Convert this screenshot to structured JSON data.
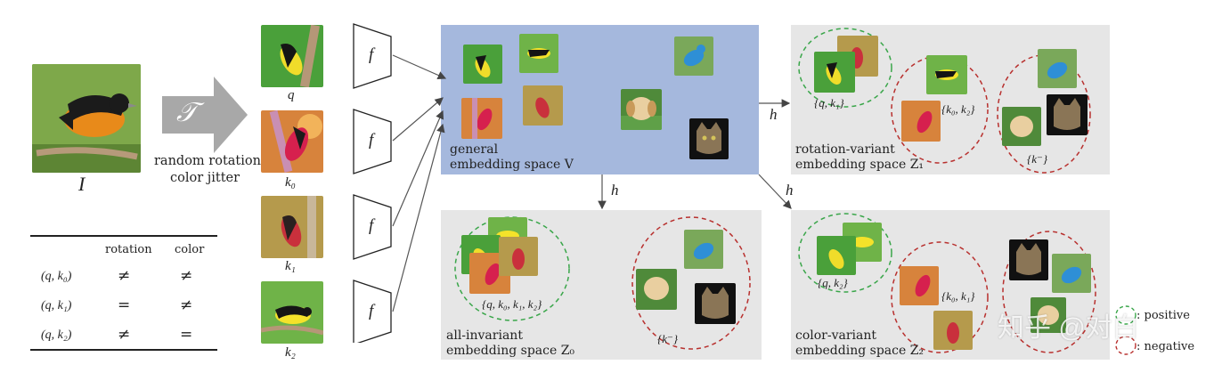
{
  "input": {
    "image_label": "I",
    "transform_symbol": "𝒯",
    "transform_caption_1": "random rotation",
    "transform_caption_2": "color jitter"
  },
  "views": {
    "labels": [
      "q",
      "k₀",
      "k₁",
      "k₂"
    ],
    "encoder_label": "f"
  },
  "table": {
    "headers": [
      "",
      "rotation",
      "color"
    ],
    "rows": [
      [
        "(q, k₀)",
        "≠",
        "≠"
      ],
      [
        "(q, k₁)",
        "=",
        "≠"
      ],
      [
        "(q, k₂)",
        "≠",
        "="
      ]
    ]
  },
  "spaces": {
    "general": {
      "line1": "general",
      "line2": "embedding space V"
    },
    "rotation": {
      "line1": "rotation-variant",
      "line2": "embedding space Z₁"
    },
    "invariant": {
      "line1": "all-invariant",
      "line2": "embedding space Z₀"
    },
    "color": {
      "line1": "color-variant",
      "line2": "embedding space Z₂"
    },
    "projection_label": "h"
  },
  "groups": {
    "rot_pos": "{q, k₁}",
    "rot_k02": "{k₀, k₂}",
    "rot_neg": "{k⁻}",
    "inv_pos": "{q, k₀, k₁, k₂}",
    "inv_neg": "{k⁻}",
    "col_pos": "{q, k₂}",
    "col_k01": "{k₀, k₁}"
  },
  "legend": {
    "positive": ": positive",
    "negative": ": negative"
  },
  "watermark": "知乎 @对白",
  "colors": {
    "general_space_bg": "#a5b8dd",
    "space_bg": "#e6e6e6",
    "positive_ring": "#3aa64a",
    "negative_ring": "#b8302e",
    "arrow_gray": "#a8a8a8"
  }
}
